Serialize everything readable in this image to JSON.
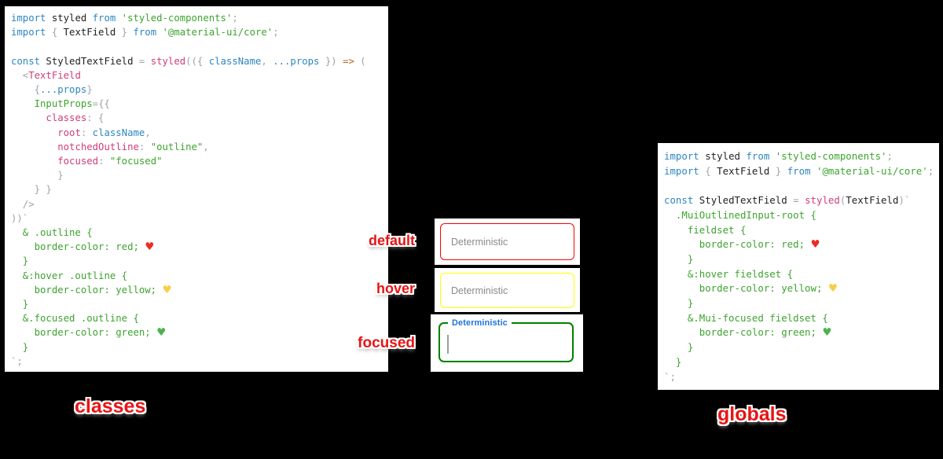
{
  "colors": {
    "canvas_bg": "#000000",
    "panel_bg": "#ffffff",
    "kw": "#2e86c1",
    "pln": "#1f1f1f",
    "pun": "#a3a3a3",
    "pink": "#cf3d79",
    "grn": "#3da32f",
    "orn": "#b5651d",
    "hr": "#ed2b25",
    "hy": "#f7ce46",
    "hg": "#4db34d",
    "red_label": "#e81414",
    "tf_default_border": "#ff0000",
    "tf_hover_border": "#ffff00",
    "tf_focused_border": "#008000",
    "tf_label": "#1a73d9",
    "tf_placeholder": "#8a8a8a",
    "cursor": "#9e9e9e"
  },
  "annotations": {
    "default_label": "default",
    "hover_label": "hover",
    "focused_label": "focused",
    "classes_label": "classes",
    "globals_label": "globals"
  },
  "textfields": {
    "default": {
      "placeholder": "Deterministic",
      "border": "red"
    },
    "hover": {
      "placeholder": "Deterministic",
      "border": "yellow"
    },
    "focused": {
      "label": "Deterministic",
      "border": "green"
    }
  },
  "left_code": {
    "lines": [
      [
        [
          "kw",
          "import"
        ],
        [
          "pln",
          " styled "
        ],
        [
          "kw",
          "from"
        ],
        [
          "grn",
          " 'styled-components'"
        ],
        [
          "pun",
          ";"
        ]
      ],
      [
        [
          "kw",
          "import"
        ],
        [
          "pun",
          " { "
        ],
        [
          "pln",
          "TextField"
        ],
        [
          "pun",
          " } "
        ],
        [
          "kw",
          "from"
        ],
        [
          "grn",
          " '@material-ui/core'"
        ],
        [
          "pun",
          ";"
        ]
      ],
      [],
      [
        [
          "kw",
          "const"
        ],
        [
          "pln",
          " StyledTextField "
        ],
        [
          "pun",
          "= "
        ],
        [
          "pink",
          "styled"
        ],
        [
          "pun",
          "(({ "
        ],
        [
          "kw",
          "className"
        ],
        [
          "pun",
          ", "
        ],
        [
          "kw",
          "...props"
        ],
        [
          "pun",
          " }) "
        ],
        [
          "orn",
          "=>"
        ],
        [
          "pun",
          " ("
        ]
      ],
      [
        [
          "pun",
          "  <"
        ],
        [
          "pink",
          "TextField"
        ]
      ],
      [
        [
          "pun",
          "    {"
        ],
        [
          "kw",
          "...props"
        ],
        [
          "pun",
          "}"
        ]
      ],
      [
        [
          "pln",
          "    "
        ],
        [
          "grn",
          "InputProps"
        ],
        [
          "pun",
          "={{"
        ]
      ],
      [
        [
          "pun",
          "      "
        ],
        [
          "pink",
          "classes"
        ],
        [
          "pun",
          ": {"
        ]
      ],
      [
        [
          "pun",
          "        "
        ],
        [
          "pink",
          "root"
        ],
        [
          "pun",
          ": "
        ],
        [
          "kw",
          "className"
        ],
        [
          "pun",
          ","
        ]
      ],
      [
        [
          "pun",
          "        "
        ],
        [
          "pink",
          "notchedOutline"
        ],
        [
          "pun",
          ": "
        ],
        [
          "grn",
          "\"outline\""
        ],
        [
          "pun",
          ","
        ]
      ],
      [
        [
          "pun",
          "        "
        ],
        [
          "pink",
          "focused"
        ],
        [
          "pun",
          ": "
        ],
        [
          "grn",
          "\"focused\""
        ]
      ],
      [
        [
          "pun",
          "        }"
        ]
      ],
      [
        [
          "pun",
          "    } }"
        ]
      ],
      [
        [
          "pun",
          "  />"
        ]
      ],
      [
        [
          "pun",
          "))`"
        ]
      ],
      [
        [
          "grn",
          "  & .outline {"
        ]
      ],
      [
        [
          "grn",
          "    border-color: red; "
        ],
        [
          "hr",
          "♥"
        ]
      ],
      [
        [
          "grn",
          "  }"
        ]
      ],
      [
        [
          "grn",
          "  &:hover .outline {"
        ]
      ],
      [
        [
          "grn",
          "    border-color: yellow; "
        ],
        [
          "hy",
          "♥"
        ]
      ],
      [
        [
          "grn",
          "  }"
        ]
      ],
      [
        [
          "grn",
          "  &.focused .outline {"
        ]
      ],
      [
        [
          "grn",
          "    border-color: green; "
        ],
        [
          "hg",
          "♥"
        ]
      ],
      [
        [
          "grn",
          "  }"
        ]
      ],
      [
        [
          "pun",
          "`;"
        ]
      ]
    ]
  },
  "right_code": {
    "lines": [
      [
        [
          "kw",
          "import"
        ],
        [
          "pln",
          " styled "
        ],
        [
          "kw",
          "from"
        ],
        [
          "grn",
          " 'styled-components'"
        ],
        [
          "pun",
          ";"
        ]
      ],
      [
        [
          "kw",
          "import"
        ],
        [
          "pun",
          " { "
        ],
        [
          "pln",
          "TextField"
        ],
        [
          "pun",
          " } "
        ],
        [
          "kw",
          "from"
        ],
        [
          "grn",
          " '@material-ui/core'"
        ],
        [
          "pun",
          ";"
        ]
      ],
      [],
      [
        [
          "kw",
          "const"
        ],
        [
          "pln",
          " StyledTextField "
        ],
        [
          "pun",
          "= "
        ],
        [
          "pink",
          "styled"
        ],
        [
          "pun",
          "("
        ],
        [
          "pln",
          "TextField"
        ],
        [
          "pun",
          ")`"
        ]
      ],
      [
        [
          "grn",
          "  .MuiOutlinedInput-root {"
        ]
      ],
      [
        [
          "grn",
          "    fieldset {"
        ]
      ],
      [
        [
          "grn",
          "      border-color: red; "
        ],
        [
          "hr",
          "♥"
        ]
      ],
      [
        [
          "grn",
          "    }"
        ]
      ],
      [
        [
          "grn",
          "    &:hover fieldset {"
        ]
      ],
      [
        [
          "grn",
          "      border-color: yellow; "
        ],
        [
          "hy",
          "♥"
        ]
      ],
      [
        [
          "grn",
          "    }"
        ]
      ],
      [
        [
          "grn",
          "    &.Mui-focused fieldset {"
        ]
      ],
      [
        [
          "grn",
          "      border-color: green; "
        ],
        [
          "hg",
          "♥"
        ]
      ],
      [
        [
          "grn",
          "    }"
        ]
      ],
      [
        [
          "grn",
          "  }"
        ]
      ],
      [
        [
          "pun",
          "`;"
        ]
      ]
    ]
  }
}
